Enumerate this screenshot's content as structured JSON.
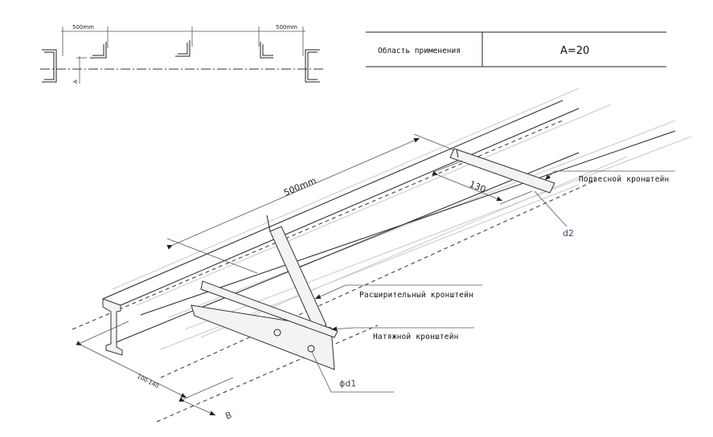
{
  "plan": {
    "dim_left": "500mm",
    "dim_right": "500mm",
    "dim_a": "A"
  },
  "table": {
    "label": "Область применения",
    "value": "A=20"
  },
  "callouts": {
    "hanging": "Подвесной кронштейн",
    "expansion": "Расширительный кронштейн",
    "tension": "Натяжной кронштейн"
  },
  "dims": {
    "length": "500mm",
    "d130": "130",
    "d2": "d2",
    "width": "100-140",
    "b": "B",
    "phi": "ϕd1"
  }
}
